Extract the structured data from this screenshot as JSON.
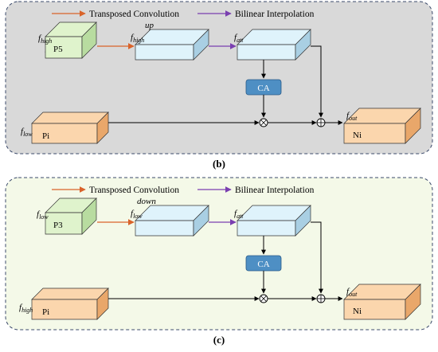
{
  "colors": {
    "panel_b_fill": "#d9d9d9",
    "panel_c_fill": "#f4f9e8",
    "panel_border": "#3b4a6b",
    "transposed_arrow": "#d9632a",
    "bilinear_arrow": "#7a3fb0",
    "p_block_top": "#dff3cc",
    "p_block_front": "#b8dca0",
    "blue_block_top": "#dff3fb",
    "blue_block_front": "#a9cfe3",
    "orange_block_top": "#fbd6ad",
    "orange_block_front": "#e9a76a",
    "ca_fill": "#4e8fc4"
  },
  "panels": [
    {
      "caption": "(b)",
      "legend": {
        "transposed": "Transposed Convolution",
        "bilinear": "Bilinear Interpolation"
      },
      "f_in_sub": "high",
      "p_label": "P5",
      "f_mid_sub": "high",
      "op_label": "up",
      "f_att_sub": "att",
      "ca_label": "CA",
      "f_pi_sub": "low",
      "pi_label": "Pi",
      "f_out_sub": "out",
      "ni_label": "Ni"
    },
    {
      "caption": "(c)",
      "legend": {
        "transposed": "Transposed Convolution",
        "bilinear": "Bilinear Interpolation"
      },
      "f_in_sub": "low",
      "p_label": "P3",
      "f_mid_sub": "low",
      "op_label": "down",
      "f_att_sub": "att",
      "ca_label": "CA",
      "f_pi_sub": "high",
      "pi_label": "Pi",
      "f_out_sub": "out",
      "ni_label": "Ni"
    }
  ],
  "f_symbol": "f",
  "multiply_symbol": "⊗",
  "add_symbol": "⊕"
}
